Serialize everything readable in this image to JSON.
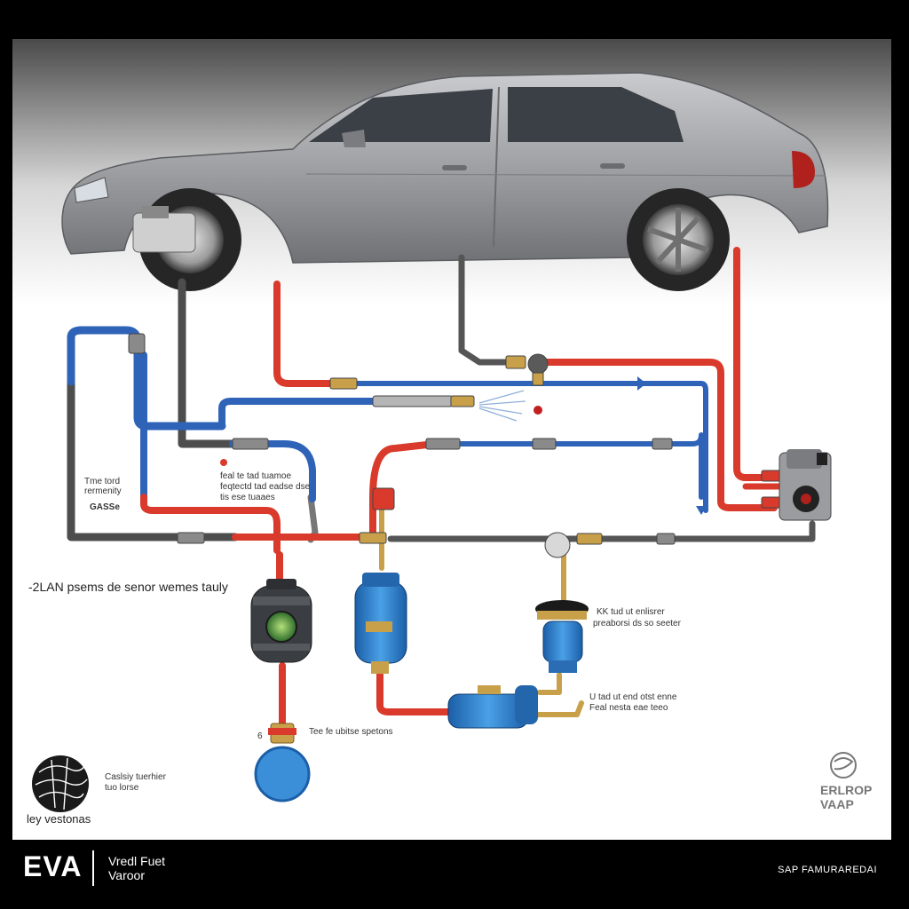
{
  "labels": {
    "left_top_1": "Tme tord",
    "left_top_2": "rermenity",
    "left_top_3": "GASSe",
    "center_note_1": "feal te tad tuamoe",
    "center_note_2": "feqtectd tad eadse dse",
    "center_note_3": "tis ese tuaaes",
    "main_caption": "-2LAN psems de senor wemes tauly",
    "right_note_1": "KK tud ut enlisrer",
    "right_note_2": "preaborsi ds so seeter",
    "right_note_3": "U tad ut end otst enne",
    "right_note_4": "Feal nesta eae teeo",
    "bottom_note": "Tee fe ubitse spetons",
    "bottom_marker": "6",
    "logo_left_caption": "ley vestonas",
    "legend_text_1": "Caslsiy tuerhier",
    "legend_text_2": "tuo lorse",
    "logo_right_1": "ERLROP",
    "logo_right_2": "VAAP"
  },
  "footer": {
    "brand": "EVA",
    "line1": "Vredl Fuet",
    "line2": "Varoor",
    "right": "SAP FAMURAREDAI"
  },
  "colors": {
    "hot_line": "#d93a2b",
    "cool_line": "#2f63b8",
    "gray_line": "#555555",
    "car_body": "#9c9ea2",
    "brass": "#c9a04a",
    "canister_blue": "#2f7ec8"
  }
}
